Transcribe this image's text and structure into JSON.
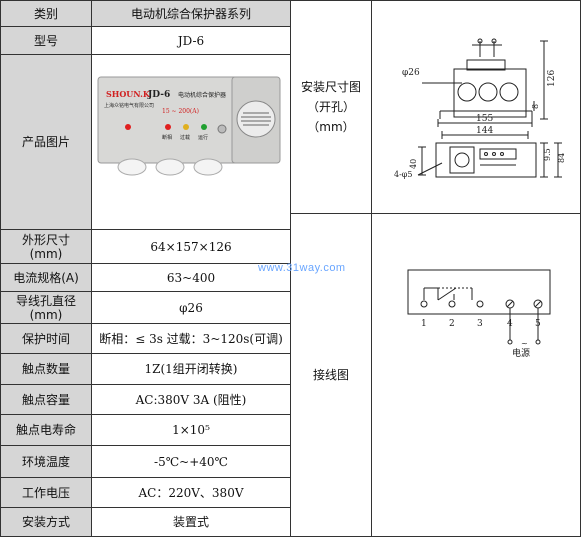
{
  "header": {
    "category_label": "类别",
    "series_title": "电动机综合保护器系列"
  },
  "rows": [
    {
      "label": "型号",
      "value": "JD-6"
    },
    {
      "label": "产品图片"
    },
    {
      "label": "外形尺寸\n(mm)",
      "value": "64×157×126"
    },
    {
      "label": "电流规格(A)",
      "value": "63~400"
    },
    {
      "label": "导线孔直径\n(mm)",
      "value": "φ26"
    },
    {
      "label": "保护时间",
      "value": "断相：≤ 3s 过载：3~120s(可调)"
    },
    {
      "label": "触点数量",
      "value": "1Z(1组开闭转换)"
    },
    {
      "label": "触点容量",
      "value": "AC:380V 3A (阻性)"
    },
    {
      "label": "触点电寿命",
      "value": "1×10⁵"
    },
    {
      "label": "环境温度",
      "value": "-5℃~+40℃"
    },
    {
      "label": "工作电压",
      "value": "AC：220V、380V"
    },
    {
      "label": "安装方式",
      "value": "装置式"
    }
  ],
  "right": {
    "install_label_1": "安装尺寸图",
    "install_label_2": "（开孔）",
    "install_label_3": "（mm）",
    "wiring_label": "接线图"
  },
  "product_photo": {
    "brand": "SHOUN.K",
    "model": "JD-6",
    "name": "电动机综合保护器",
    "maker": "上海众铭电气有限公司",
    "range": "15 ~ 200(A)",
    "led_labels": [
      "断相",
      "过载",
      "运行"
    ]
  },
  "dimension_drawing": {
    "hole": "φ26",
    "top_width": "155",
    "bottom_width": "144",
    "height": "126",
    "side_small": "8",
    "mount_depth": "40",
    "mount_hole": "4-φ5",
    "right_1": "9.5",
    "right_2": "84"
  },
  "wiring_diagram": {
    "terminals": [
      "1",
      "2",
      "3",
      "4",
      "5"
    ],
    "power_label": "电源"
  },
  "watermark": "www.31way.com"
}
